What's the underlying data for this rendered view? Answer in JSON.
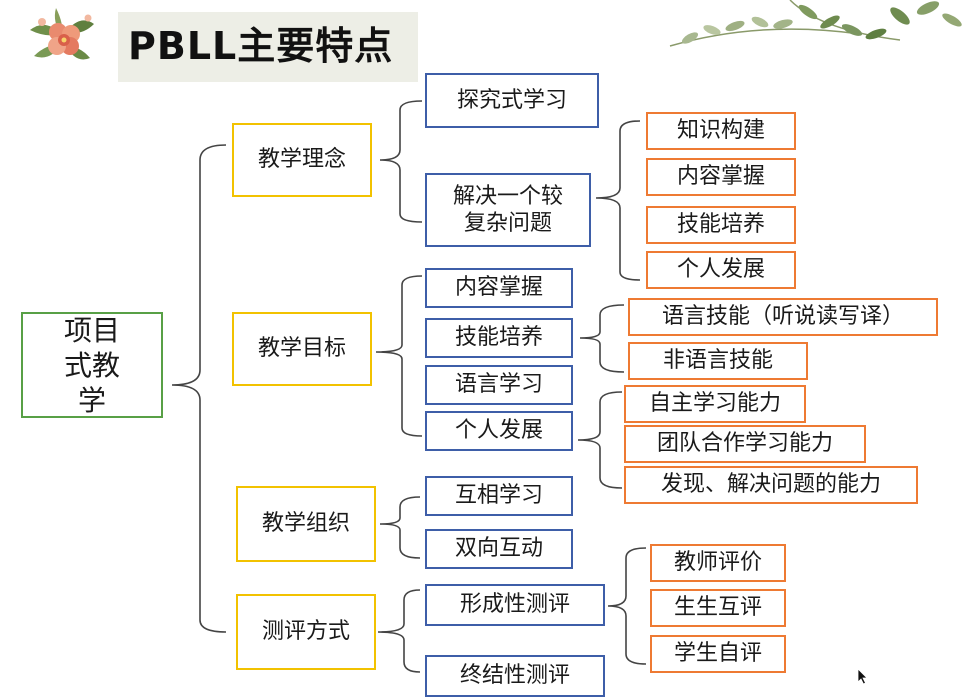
{
  "title": "PBLL主要特点",
  "root": "项目式教学",
  "branches": [
    {
      "label": "教学理念",
      "children": [
        {
          "label": "探究式学习",
          "children": []
        },
        {
          "label": "解决一个较复杂问题",
          "children": [
            "知识构建",
            "内容掌握",
            "技能培养",
            "个人发展"
          ]
        }
      ]
    },
    {
      "label": "教学目标",
      "children": [
        {
          "label": "内容掌握",
          "children": []
        },
        {
          "label": "技能培养",
          "children": [
            "语言技能（听说读写译）",
            "非语言技能"
          ]
        },
        {
          "label": "语言学习",
          "children": []
        },
        {
          "label": "个人发展",
          "children": [
            "自主学习能力",
            "团队合作学习能力",
            "发现、解决问题的能力"
          ]
        }
      ]
    },
    {
      "label": "教学组织",
      "children": [
        {
          "label": "互相学习",
          "children": []
        },
        {
          "label": "双向互动",
          "children": []
        }
      ]
    },
    {
      "label": "测评方式",
      "children": [
        {
          "label": "形成性测评",
          "children": [
            "教师评价",
            "生生互评",
            "学生自评"
          ]
        },
        {
          "label": "终结性测评",
          "children": []
        }
      ]
    }
  ],
  "colors": {
    "root_border": "#58a046",
    "level1_border": "#f2c200",
    "level2_border": "#3e5ea8",
    "level3_border": "#ee7a33",
    "title_bg": "#edeee6"
  },
  "icons": [
    "flower-decoration-icon",
    "leaf-branch-decoration-icon",
    "mouse-cursor-icon"
  ]
}
